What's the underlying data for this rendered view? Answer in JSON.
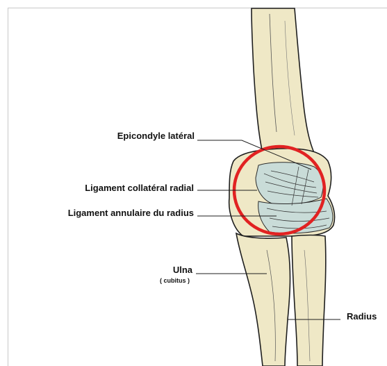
{
  "labels": {
    "epicondyle": "Epicondyle latéral",
    "collateral": "Ligament collatéral radial",
    "annular": "Ligament annulaire du radius",
    "ulna": "Ulna",
    "cubitus": "( cubitus )",
    "radius": "Radius"
  },
  "colors": {
    "bone": "#efe8c6",
    "bone_outline": "#1e1e1e",
    "ligament": "#c9dcd8",
    "highlight_ring": "#e12222",
    "frame": "#c8c8c8"
  }
}
